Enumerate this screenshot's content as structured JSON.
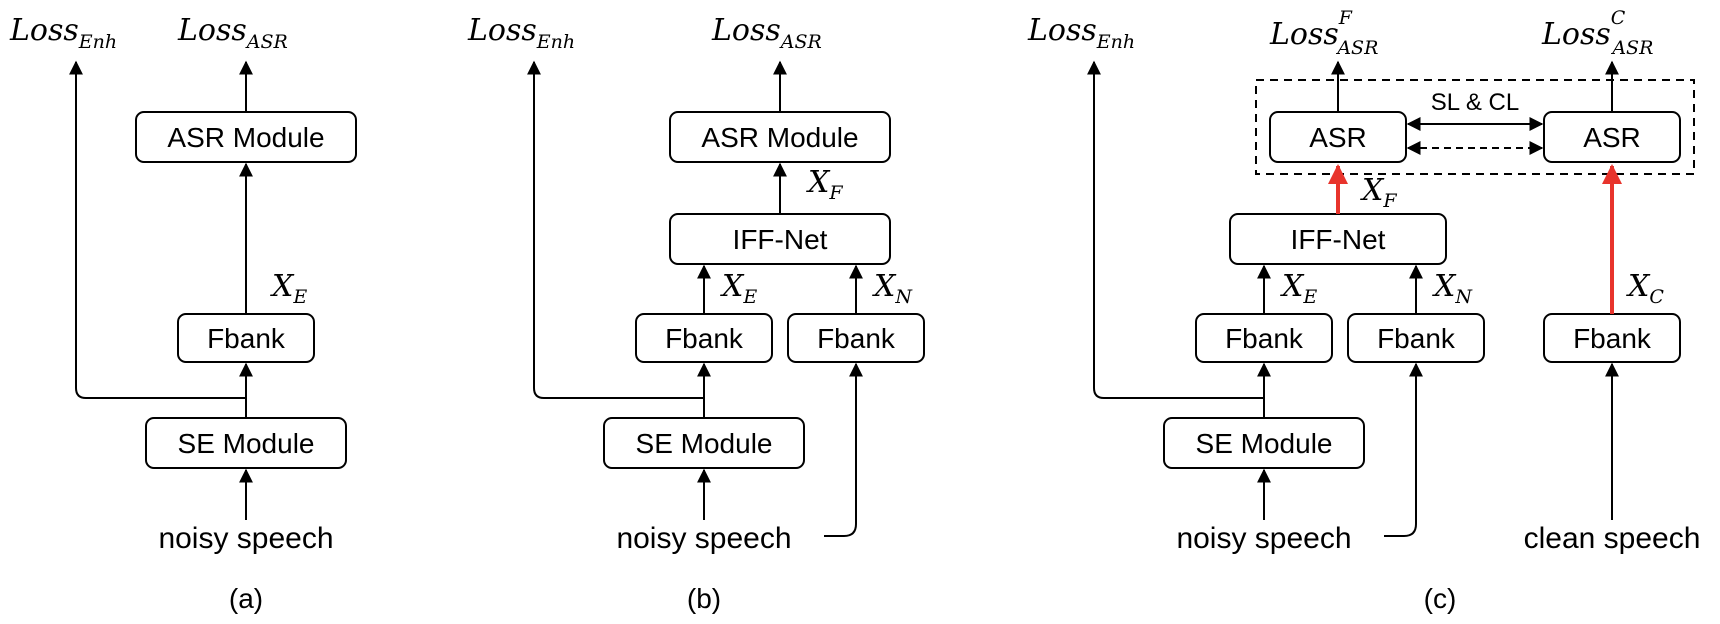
{
  "panel_a": {
    "loss_enh": {
      "base": "Loss",
      "sub": "Enh"
    },
    "loss_asr": {
      "base": "Loss",
      "sub": "ASR"
    },
    "asr_module": "ASR Module",
    "x_e": {
      "base": "X",
      "sub": "E"
    },
    "fbank": "Fbank",
    "se_module": "SE Module",
    "input": "noisy speech",
    "caption": "(a)"
  },
  "panel_b": {
    "loss_enh": {
      "base": "Loss",
      "sub": "Enh"
    },
    "loss_asr": {
      "base": "Loss",
      "sub": "ASR"
    },
    "asr_module": "ASR Module",
    "x_f": {
      "base": "X",
      "sub": "F"
    },
    "iff_net": "IFF-Net",
    "x_e": {
      "base": "X",
      "sub": "E"
    },
    "x_n": {
      "base": "X",
      "sub": "N"
    },
    "fbank_left": "Fbank",
    "fbank_right": "Fbank",
    "se_module": "SE Module",
    "input": "noisy speech",
    "caption": "(b)"
  },
  "panel_c": {
    "loss_enh": {
      "base": "Loss",
      "sub": "Enh"
    },
    "loss_asr_f": {
      "base": "Loss",
      "sup": "F",
      "sub": "ASR"
    },
    "loss_asr_c": {
      "base": "Loss",
      "sup": "C",
      "sub": "ASR"
    },
    "asr_left": "ASR",
    "asr_right": "ASR",
    "sl_cl": "SL & CL",
    "x_f": {
      "base": "X",
      "sub": "F"
    },
    "iff_net": "IFF-Net",
    "x_e": {
      "base": "X",
      "sub": "E"
    },
    "x_n": {
      "base": "X",
      "sub": "N"
    },
    "x_c": {
      "base": "X",
      "sub": "C"
    },
    "fbank_left": "Fbank",
    "fbank_mid": "Fbank",
    "fbank_right": "Fbank",
    "se_module": "SE Module",
    "input_noisy": "noisy speech",
    "input_clean": "clean speech",
    "caption": "(c)"
  },
  "colors": {
    "highlight_arrow": "#e8342c",
    "line": "#000000"
  }
}
